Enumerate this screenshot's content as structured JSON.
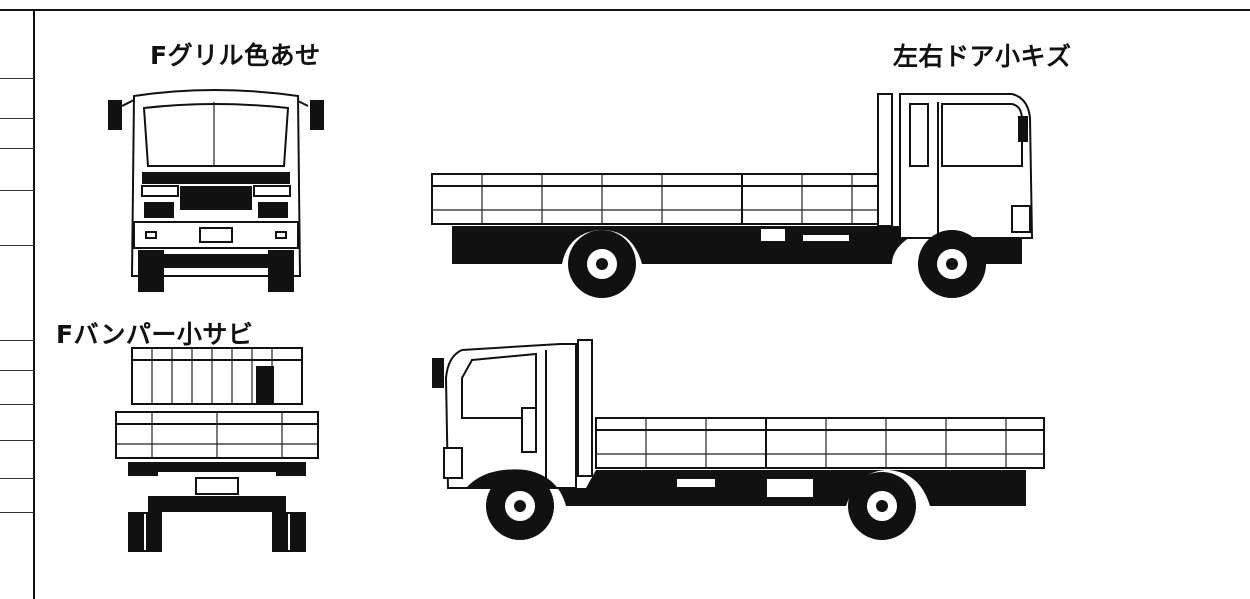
{
  "annotations": {
    "front_grille": "Fグリル色あせ",
    "doors": "左右ドア小キズ",
    "front_bumper": "Fバンパー小サビ"
  }
}
